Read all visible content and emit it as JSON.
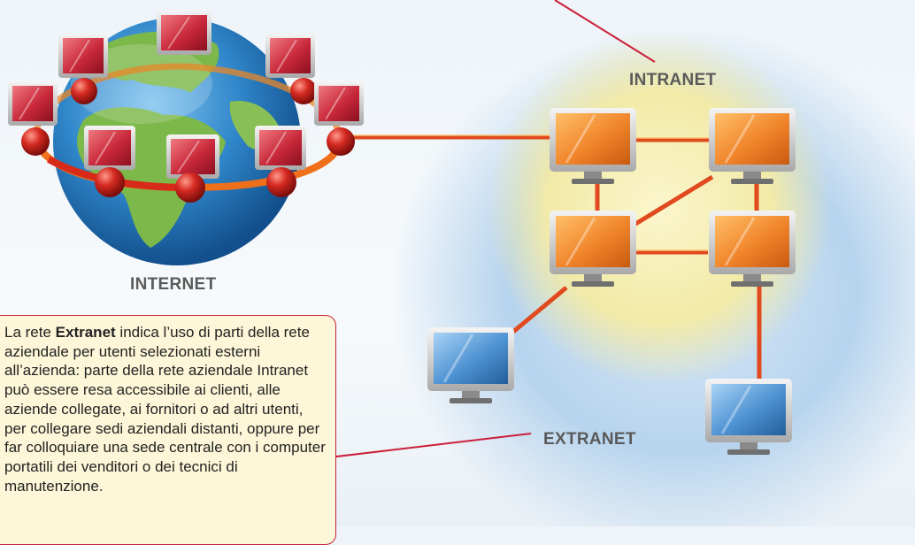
{
  "labels": {
    "internet": "INTERNET",
    "intranet": "INTRANET",
    "extranet": "EXTRANET"
  },
  "note": {
    "before": "La rete ",
    "bold": "Extranet",
    "after": " indica l’uso di parti della rete aziendale per utenti selezionati esterni all’azienda: parte della rete aziendale Intranet può essere resa accessibile ai clienti, alle aziende collegate, ai fornitori o ad altri utenti, per collegare sedi aziendali distanti, oppure per far colloquiare una sede centrale con i computer portatili dei venditori o dei tecnici di manutenzione."
  },
  "colors": {
    "link": "#e04a1e",
    "pointer": "#cc1f3a",
    "intranet_glow": "#f4ecb0",
    "extranet_glow": "#b9d5ee",
    "screen_orange": "#f08a2c",
    "screen_blue": "#4a8fd0",
    "screen_red": "#c8283a",
    "ocean": "#2f86c9",
    "land": "#7cb84a"
  }
}
